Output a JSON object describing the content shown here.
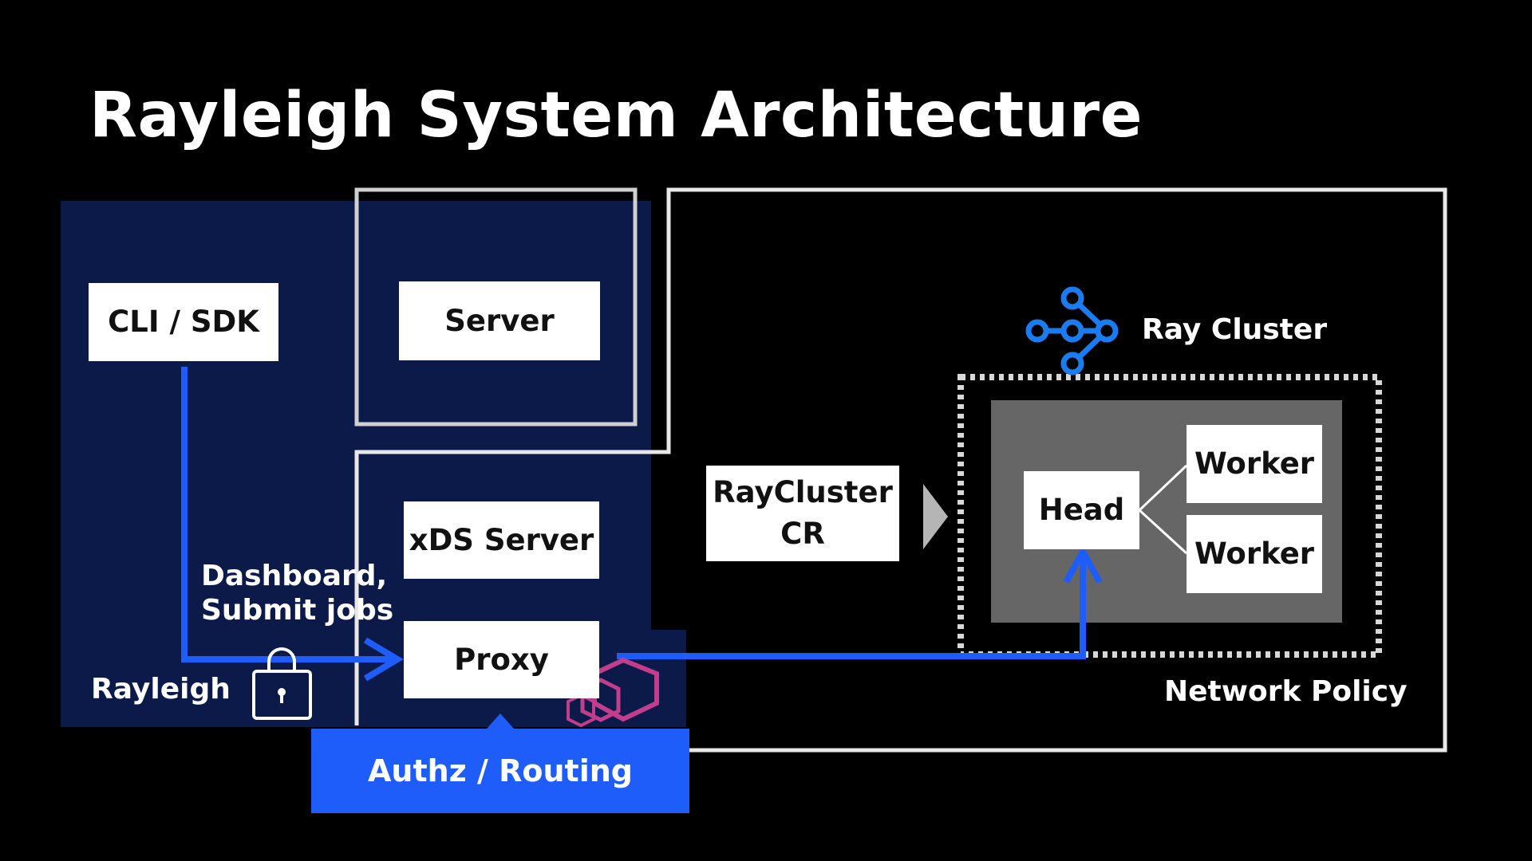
{
  "slide": {
    "title": "Rayleigh System Architecture"
  },
  "diagram": {
    "rayleigh_label": "Rayleigh",
    "cli_sdk": "CLI / SDK",
    "server": "Server",
    "xds_server": "xDS Server",
    "proxy": "Proxy",
    "flow_label_line1": "Dashboard,",
    "flow_label_line2": "Submit jobs",
    "authz_routing": "Authz / Routing",
    "raycluster_cr_line1": "RayCluster",
    "raycluster_cr_line2": "CR",
    "ray_cluster_label": "Ray Cluster",
    "head": "Head",
    "worker_1": "Worker",
    "worker_2": "Worker",
    "network_policy_label": "Network Policy"
  },
  "icons": {
    "ray_logo": "ray-logo-icon",
    "lock": "lock-icon",
    "envoy_logo": "envoy-logo-icon",
    "arrow": "triangle-arrow-icon"
  },
  "colors": {
    "background": "#000000",
    "rayleigh_panel": "#0c1a49",
    "flow_blue": "#1e5dfa",
    "ray_blue": "#1a7cf0",
    "envoy_pink": "#c23d8c",
    "head_panel": "#666666",
    "box_fill": "#ffffff",
    "outline_light": "#d0d0d0"
  }
}
